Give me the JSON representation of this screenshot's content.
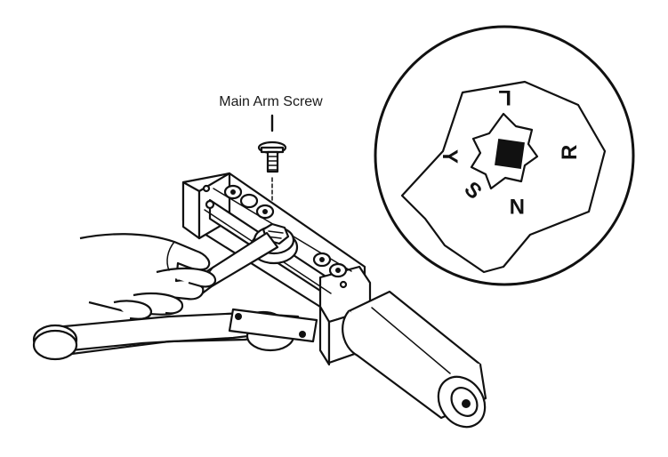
{
  "callout": {
    "label": "Main Arm Screw"
  },
  "inset": {
    "letters": {
      "top": "L",
      "right": "R",
      "bottom": "N",
      "left": "Y",
      "lower_left": "S"
    }
  }
}
